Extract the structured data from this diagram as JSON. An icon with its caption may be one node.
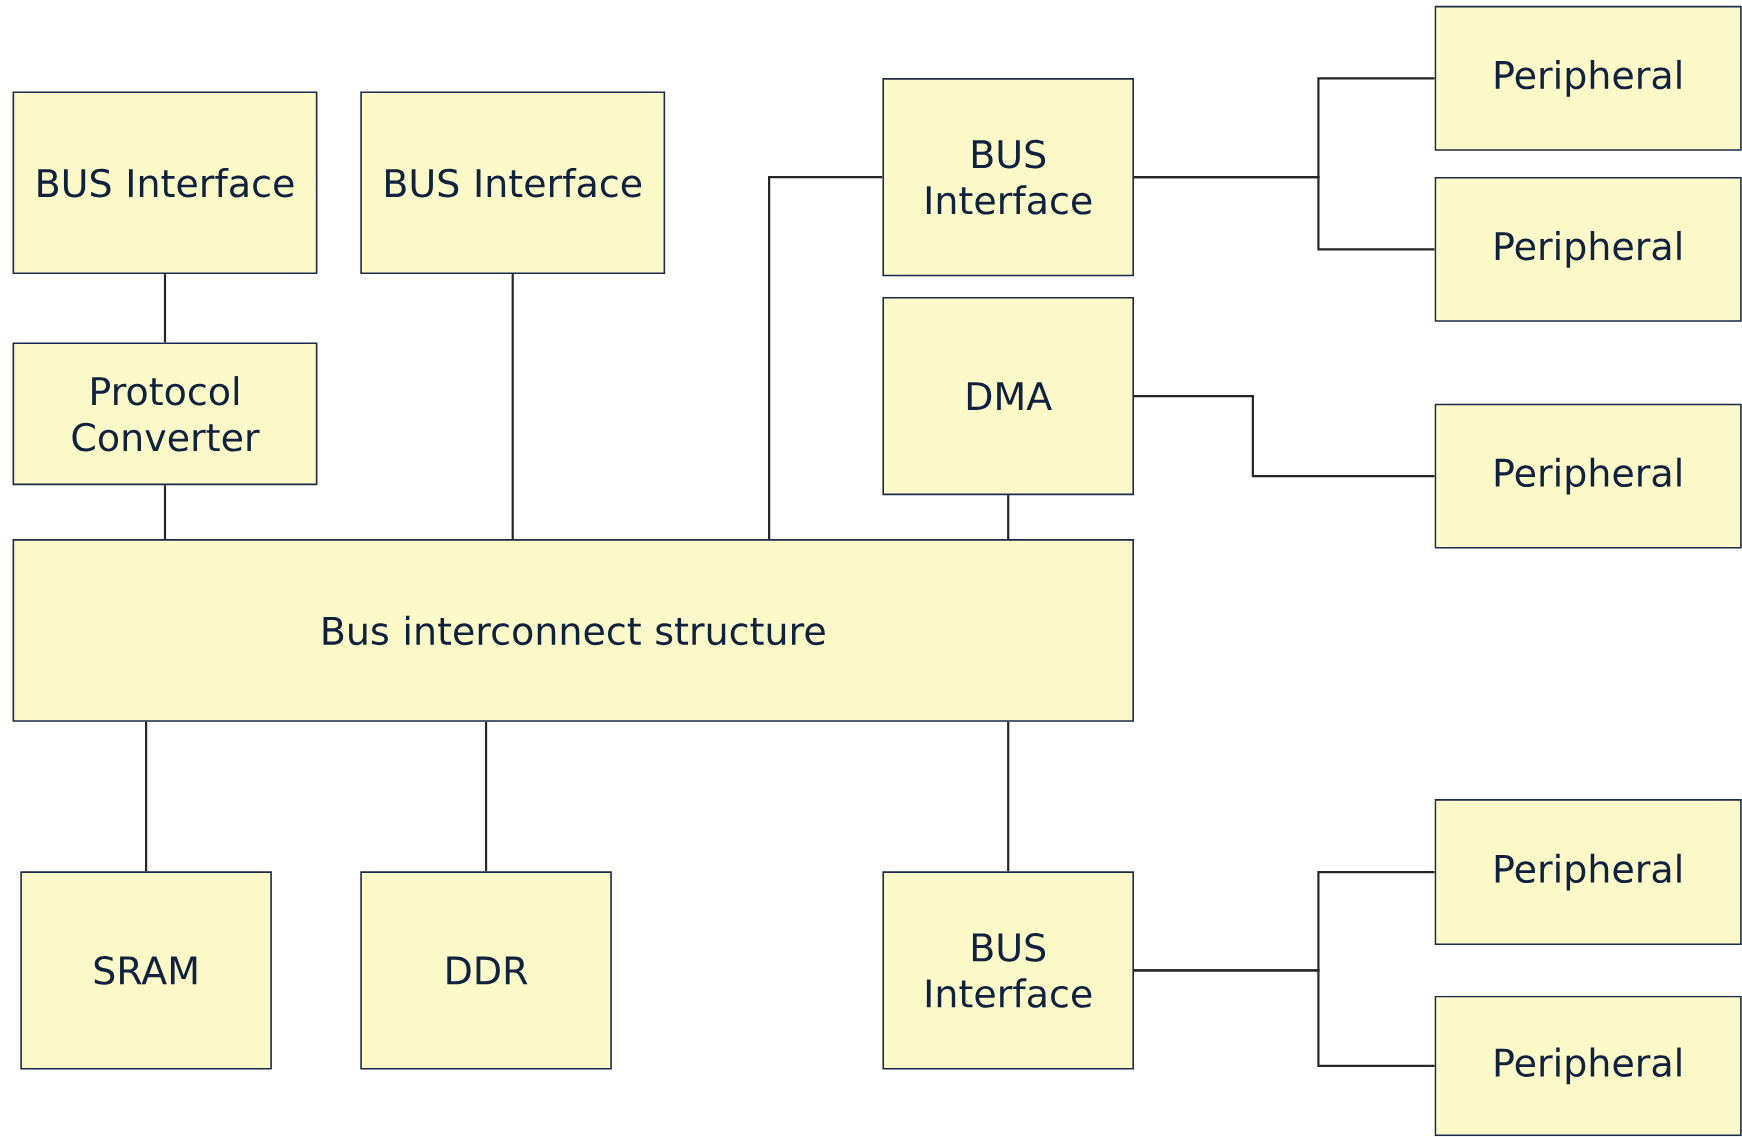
{
  "diagram": {
    "nodes": [
      {
        "text": [
          "BUS Interface"
        ]
      },
      {
        "text": [
          "BUS Interface"
        ]
      },
      {
        "text": [
          "BUS Interface"
        ]
      },
      {
        "text": [
          "Peripheral"
        ]
      },
      {
        "text": [
          "Peripheral"
        ]
      },
      {
        "text": [
          "Protocol Converter"
        ]
      },
      {
        "text": [
          "DMA"
        ]
      },
      {
        "text": [
          "Peripheral"
        ]
      },
      {
        "text": [
          "Bus interconnect structure"
        ]
      },
      {
        "text": [
          "Peripheral"
        ]
      },
      {
        "text": [
          "SRAM"
        ]
      },
      {
        "text": [
          "DDR"
        ]
      },
      {
        "text": [
          "BUS Interface"
        ]
      },
      {
        "text": [
          "Peripheral"
        ]
      }
    ],
    "edges": [
      {
        "from": 0,
        "to": 5,
        "arrow": "none"
      },
      {
        "from": 5,
        "to": 8,
        "arrow": "none"
      },
      {
        "from": 1,
        "to": 8,
        "arrow": "none"
      },
      {
        "from": 2,
        "to": 8,
        "arrow": "none"
      },
      {
        "from": 2,
        "to": 3,
        "arrow": "none"
      },
      {
        "from": 2,
        "to": 4,
        "arrow": "none"
      },
      {
        "from": 6,
        "to": 8,
        "arrow": "none"
      },
      {
        "from": 6,
        "to": 7,
        "arrow": "none"
      },
      {
        "from": 8,
        "to": 10,
        "arrow": "none"
      },
      {
        "from": 8,
        "to": 11,
        "arrow": "none"
      },
      {
        "from": 8,
        "to": 12,
        "arrow": "none"
      },
      {
        "from": 12,
        "to": 9,
        "arrow": "none"
      },
      {
        "from": 12,
        "to": 13,
        "arrow": "none"
      }
    ]
  }
}
